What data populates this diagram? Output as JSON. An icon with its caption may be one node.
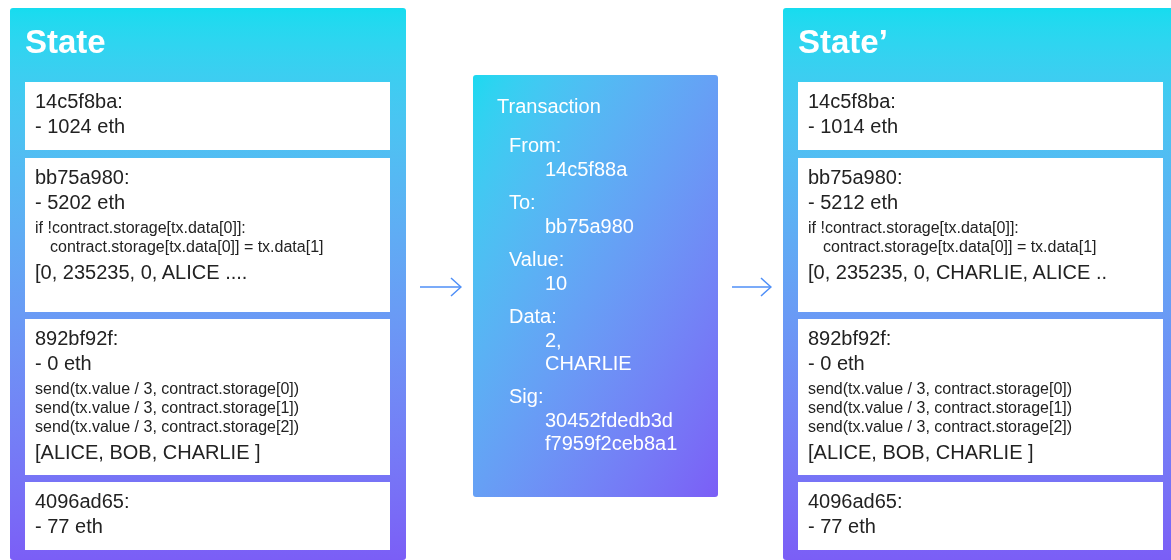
{
  "diagram": {
    "nodes": [
      {
        "text": [
          "State"
        ]
      },
      {
        "text": [
          "14c5f8ba:",
          "- 1024 eth"
        ],
        "in": 0
      },
      {
        "text": [
          "bb75a980:",
          "- 5202 eth",
          "if !contract.storage[tx.data[0]]:",
          "contract.storage[tx.data[0]] = tx.data[1]",
          "[0, 235235, 0, ALICE ...."
        ],
        "in": 0
      },
      {
        "text": [
          "892bf92f:",
          "- 0 eth",
          "send(tx.value / 3, contract.storage[0])",
          "send(tx.value / 3, contract.storage[1])",
          "send(tx.value / 3, contract.storage[2])",
          "[ALICE, BOB, CHARLIE ]"
        ],
        "in": 0
      },
      {
        "text": [
          "4096ad65:",
          "- 77 eth"
        ],
        "in": 0
      },
      {
        "text": [
          "Transaction",
          "From:",
          "14c5f88a",
          "To:",
          "bb75a980",
          "Value:",
          "10",
          "Data:",
          "2,",
          "CHARLIE",
          "Sig:",
          "30452fdedb3d",
          "f7959f2ceb8a1"
        ]
      },
      {
        "text": [
          "State’"
        ]
      },
      {
        "text": [
          "14c5f8ba:",
          "- 1014 eth"
        ],
        "in": 6
      },
      {
        "text": [
          "bb75a980:",
          "- 5212 eth",
          "if !contract.storage[tx.data[0]]:",
          "contract.storage[tx.data[0]] = tx.data[1]",
          "[0, 235235, 0, CHARLIE, ALICE .."
        ],
        "in": 6
      },
      {
        "text": [
          "892bf92f:",
          "- 0 eth",
          "send(tx.value / 3, contract.storage[0])",
          "send(tx.value / 3, contract.storage[1])",
          "send(tx.value / 3, contract.storage[2])",
          "[ALICE, BOB, CHARLIE ]"
        ],
        "in": 6
      },
      {
        "text": [
          "4096ad65:",
          "- 77 eth"
        ],
        "in": 6
      }
    ],
    "edges": [
      {
        "from": 0,
        "to": 5,
        "arrow": "to"
      },
      {
        "from": 5,
        "to": 6,
        "arrow": "to"
      }
    ]
  }
}
